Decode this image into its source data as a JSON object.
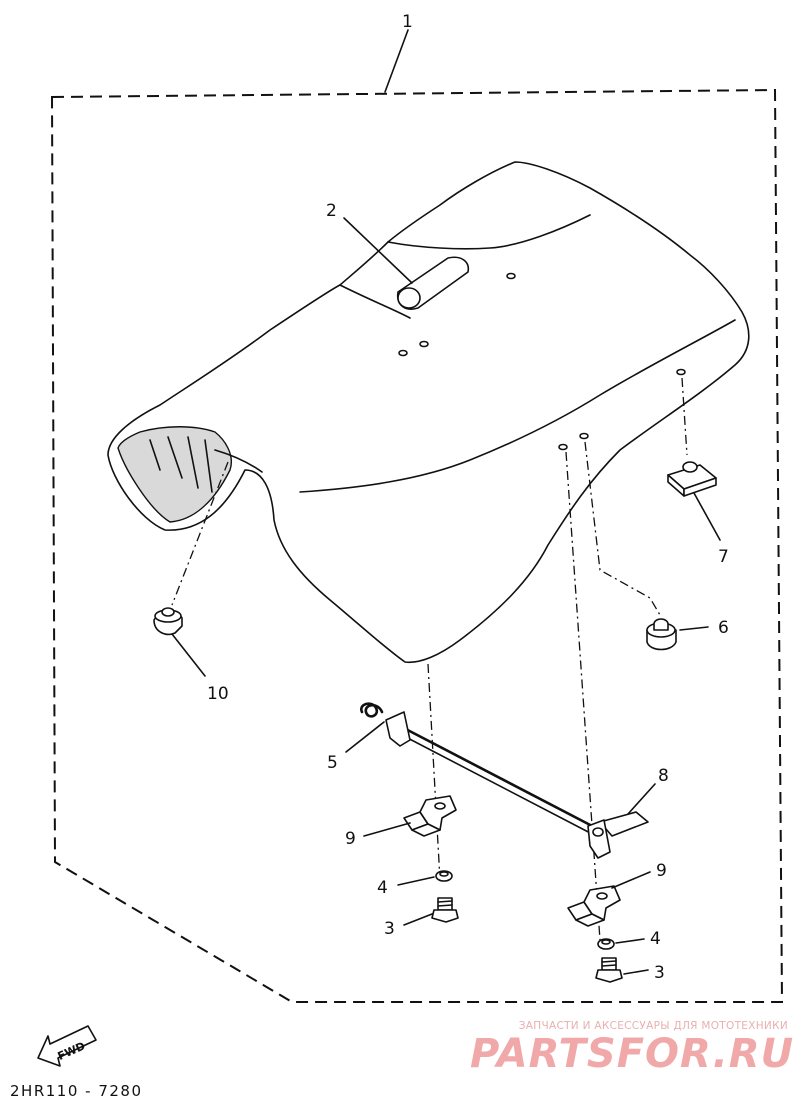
{
  "callouts": {
    "c1": "1",
    "c2": "2",
    "c3a": "3",
    "c3b": "3",
    "c4a": "4",
    "c4b": "4",
    "c5": "5",
    "c6": "6",
    "c7": "7",
    "c8": "8",
    "c9a": "9",
    "c9b": "9",
    "c10": "10"
  },
  "fwd_badge": "FWD",
  "drawing_code": "2HR110 - 7280",
  "watermark": {
    "tagline": "ЗАПЧАСТИ И АКСЕССУАРЫ ДЛЯ МОТОТЕХНИКИ",
    "brand": "PARTSFOR.RU"
  }
}
